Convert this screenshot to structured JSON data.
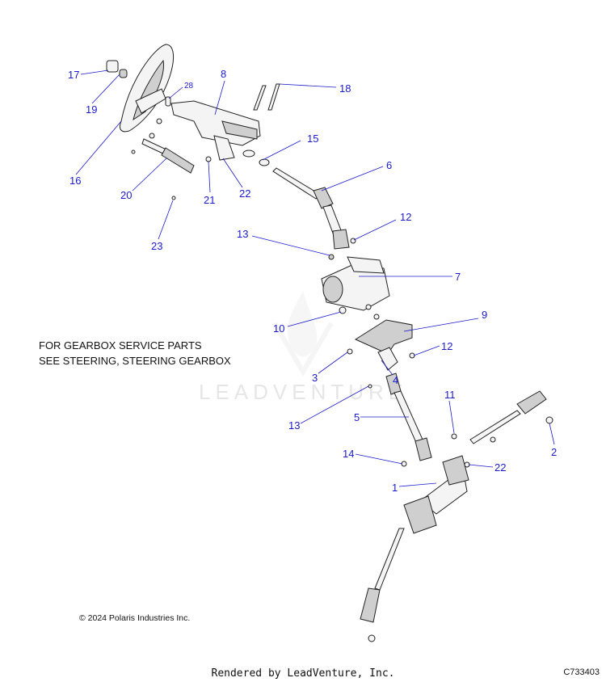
{
  "note_lines": [
    "FOR GEARBOX SERVICE PARTS",
    "SEE STEERING, STEERING GEARBOX"
  ],
  "copyright": "© 2024 Polaris Industries Inc.",
  "footer": "Rendered by LeadVenture, Inc.",
  "drawing_code": "C733403",
  "watermark": "LEADVENTURE",
  "callouts": {
    "c1": "1",
    "c2": "2",
    "c3": "3",
    "c4": "4",
    "c5": "5",
    "c6": "6",
    "c7": "7",
    "c8": "8",
    "c9": "9",
    "c10": "10",
    "c11": "11",
    "c12a": "12",
    "c12b": "12",
    "c13a": "13",
    "c13b": "13",
    "c14": "14",
    "c15": "15",
    "c16": "16",
    "c17": "17",
    "c18": "18",
    "c19": "19",
    "c20": "20",
    "c21": "21",
    "c22a": "22",
    "c22b": "22",
    "c23": "23",
    "c28": "28"
  },
  "colors": {
    "callout": "#1a1acc",
    "line": "#222222",
    "watermark": "#e6e6e6"
  }
}
